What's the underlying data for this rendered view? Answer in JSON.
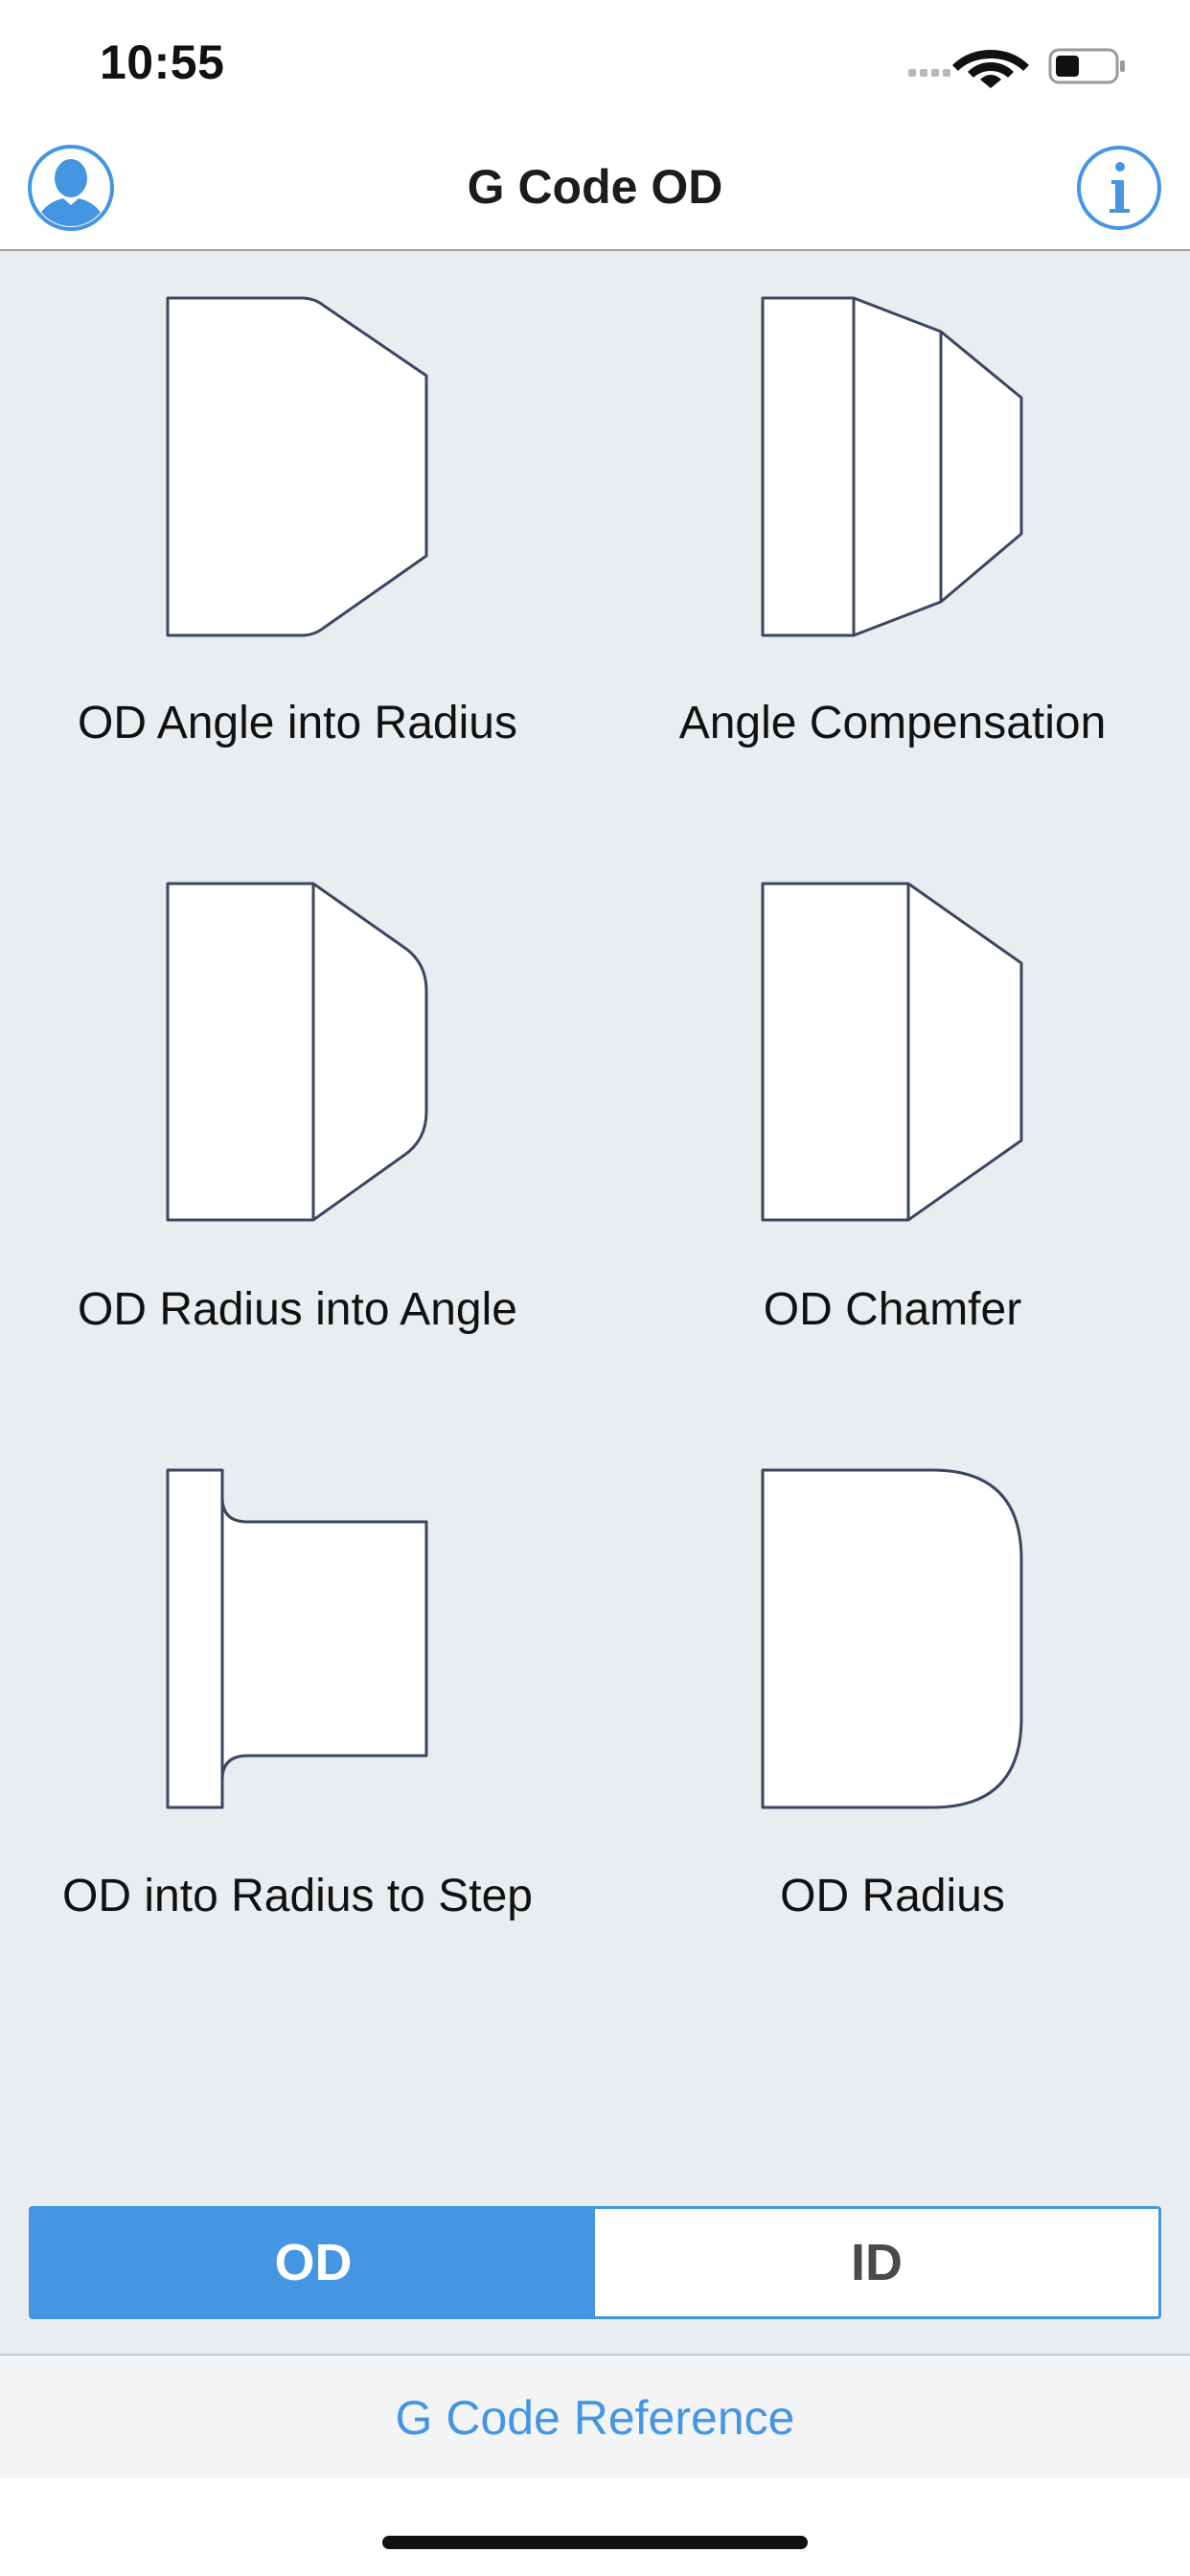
{
  "status_bar": {
    "time": "10:55"
  },
  "nav": {
    "title": "G Code OD",
    "left_icon": "user-profile-icon",
    "right_icon": "info-icon"
  },
  "tiles": [
    {
      "label": "OD Angle into Radius",
      "icon": "od-angle-into-radius-diagram"
    },
    {
      "label": "Angle Compensation",
      "icon": "angle-compensation-diagram"
    },
    {
      "label": "OD Radius into Angle",
      "icon": "od-radius-into-angle-diagram"
    },
    {
      "label": "OD Chamfer",
      "icon": "od-chamfer-diagram"
    },
    {
      "label": "OD into Radius to Step",
      "icon": "od-into-radius-to-step-diagram"
    },
    {
      "label": "OD Radius",
      "icon": "od-radius-diagram"
    }
  ],
  "segmented": {
    "options": [
      "OD",
      "ID"
    ],
    "selected": "OD"
  },
  "footer": {
    "link_label": "G Code Reference"
  },
  "colors": {
    "accent": "#4496e2",
    "background": "#e9edef",
    "shape_stroke": "#3d4660",
    "shape_fill": "#ffffff"
  }
}
